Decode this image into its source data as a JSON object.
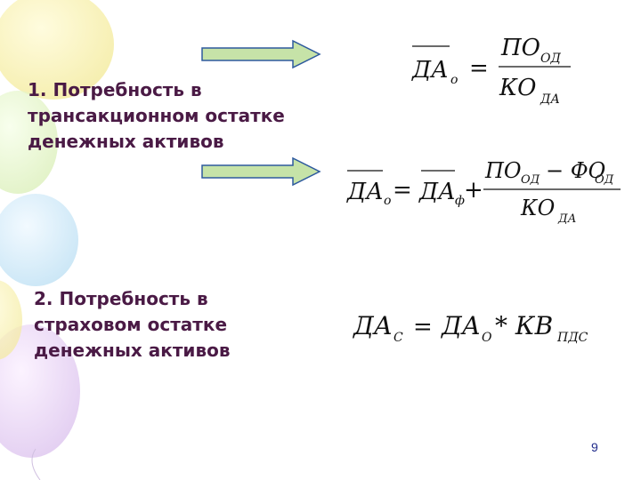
{
  "slide": {
    "text1": "1. Потребность в трансакционном остатке денежных активов",
    "text2": "2. Потребность в страховом остатке денежных активов",
    "page_number": "9"
  },
  "formula1": {
    "lhs": "ДА",
    "lhs_sub": "о",
    "num": "ПО",
    "num_sub": "ОД",
    "den": "КО",
    "den_sub": "ДА"
  },
  "formula2": {
    "lhs": "ДА",
    "lhs_sub": "о",
    "term": "ДА",
    "term_sub": "ф",
    "num_a": "ПО",
    "num_a_sub": "ОД",
    "num_minus": "− ФО",
    "num_b_sub": "ОД",
    "den": "КО",
    "den_sub": "ДА"
  },
  "formula3": {
    "lhs": "ДА",
    "lhs_sub": "С",
    "rhs": "ДА",
    "rhs_sub": "О",
    "op": "* КВ",
    "op_sub": "ПДС"
  },
  "colors": {
    "text": "#4a1a45",
    "arrow_fill": "#c6e3a8",
    "arrow_stroke": "#2e5a9e",
    "page_number": "#1f2a8a"
  }
}
